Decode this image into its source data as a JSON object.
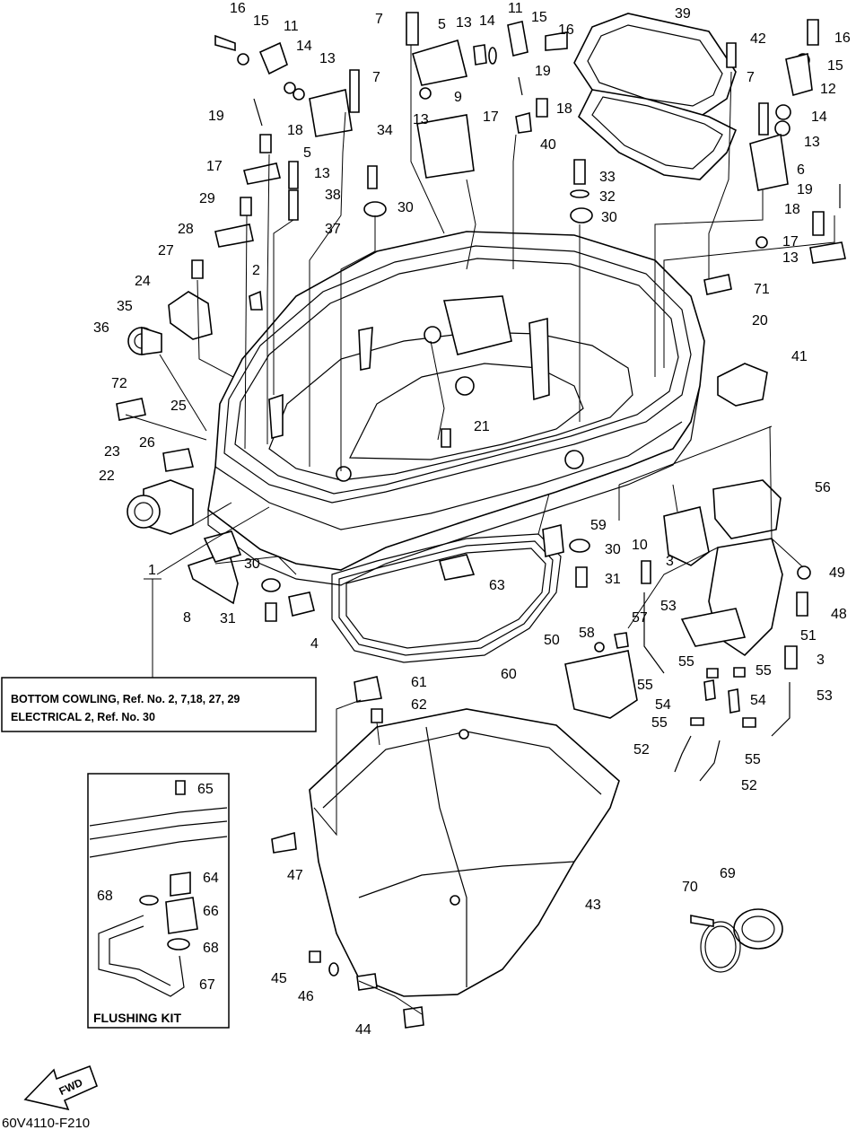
{
  "note_box": {
    "line1": "BOTTOM COWLING, Ref. No. 2, 7,18, 27, 29",
    "line2": "ELECTRICAL 2,  Ref. No. 30"
  },
  "flushing_kit_title": "FLUSHING KIT",
  "fwd_label": "FWD",
  "drawing_code": "60V4110-F210",
  "callouts": [
    {
      "id": "c16a",
      "text": "16"
    },
    {
      "id": "c15a",
      "text": "15"
    },
    {
      "id": "c11a",
      "text": "11"
    },
    {
      "id": "c14a",
      "text": "14"
    },
    {
      "id": "c13a",
      "text": "13"
    },
    {
      "id": "c7a",
      "text": "7"
    },
    {
      "id": "c19a",
      "text": "19"
    },
    {
      "id": "c18a",
      "text": "18"
    },
    {
      "id": "c5a",
      "text": "5"
    },
    {
      "id": "c13b",
      "text": "13"
    },
    {
      "id": "c17a",
      "text": "17"
    },
    {
      "id": "c38",
      "text": "38"
    },
    {
      "id": "c34",
      "text": "34"
    },
    {
      "id": "c29",
      "text": "29"
    },
    {
      "id": "c37",
      "text": "37"
    },
    {
      "id": "c30a",
      "text": "30"
    },
    {
      "id": "c28",
      "text": "28"
    },
    {
      "id": "c27",
      "text": "27"
    },
    {
      "id": "c2",
      "text": "2"
    },
    {
      "id": "c24",
      "text": "24"
    },
    {
      "id": "c35",
      "text": "35"
    },
    {
      "id": "c36",
      "text": "36"
    },
    {
      "id": "c72",
      "text": "72"
    },
    {
      "id": "c25",
      "text": "25"
    },
    {
      "id": "c26",
      "text": "26"
    },
    {
      "id": "c23",
      "text": "23"
    },
    {
      "id": "c22",
      "text": "22"
    },
    {
      "id": "c1",
      "text": "1"
    },
    {
      "id": "c7b",
      "text": "7"
    },
    {
      "id": "c5b",
      "text": "5"
    },
    {
      "id": "c13c",
      "text": "13"
    },
    {
      "id": "c14b",
      "text": "14"
    },
    {
      "id": "c11b",
      "text": "11"
    },
    {
      "id": "c15b",
      "text": "15"
    },
    {
      "id": "c16b",
      "text": "16"
    },
    {
      "id": "c19b",
      "text": "19"
    },
    {
      "id": "c9",
      "text": "9"
    },
    {
      "id": "c13d",
      "text": "13"
    },
    {
      "id": "c17b",
      "text": "17"
    },
    {
      "id": "c18b",
      "text": "18"
    },
    {
      "id": "c39",
      "text": "39"
    },
    {
      "id": "c42",
      "text": "42"
    },
    {
      "id": "c40",
      "text": "40"
    },
    {
      "id": "c16c",
      "text": "16"
    },
    {
      "id": "c15c",
      "text": "15"
    },
    {
      "id": "c12",
      "text": "12"
    },
    {
      "id": "c7c",
      "text": "7"
    },
    {
      "id": "c14c",
      "text": "14"
    },
    {
      "id": "c13e",
      "text": "13"
    },
    {
      "id": "c6",
      "text": "6"
    },
    {
      "id": "c19c",
      "text": "19"
    },
    {
      "id": "c33",
      "text": "33"
    },
    {
      "id": "c32",
      "text": "32"
    },
    {
      "id": "c30b",
      "text": "30"
    },
    {
      "id": "c18c",
      "text": "18"
    },
    {
      "id": "c17c",
      "text": "17"
    },
    {
      "id": "c13f",
      "text": "13"
    },
    {
      "id": "c71",
      "text": "71"
    },
    {
      "id": "c20",
      "text": "20"
    },
    {
      "id": "c41",
      "text": "41"
    },
    {
      "id": "c21",
      "text": "21"
    },
    {
      "id": "c56",
      "text": "56"
    },
    {
      "id": "c59",
      "text": "59"
    },
    {
      "id": "c10",
      "text": "10"
    },
    {
      "id": "c30c",
      "text": "30"
    },
    {
      "id": "c31a",
      "text": "31"
    },
    {
      "id": "c3a",
      "text": "3"
    },
    {
      "id": "c49",
      "text": "49"
    },
    {
      "id": "c48",
      "text": "48"
    },
    {
      "id": "c63",
      "text": "63"
    },
    {
      "id": "c30d",
      "text": "30"
    },
    {
      "id": "c8",
      "text": "8"
    },
    {
      "id": "c31b",
      "text": "31"
    },
    {
      "id": "c4",
      "text": "4"
    },
    {
      "id": "c57",
      "text": "57"
    },
    {
      "id": "c53a",
      "text": "53"
    },
    {
      "id": "c50",
      "text": "50"
    },
    {
      "id": "c58",
      "text": "58"
    },
    {
      "id": "c51",
      "text": "51"
    },
    {
      "id": "c60",
      "text": "60"
    },
    {
      "id": "c55a",
      "text": "55"
    },
    {
      "id": "c3b",
      "text": "3"
    },
    {
      "id": "c55b",
      "text": "55"
    },
    {
      "id": "c55c",
      "text": "55"
    },
    {
      "id": "c54a",
      "text": "54"
    },
    {
      "id": "c54b",
      "text": "54"
    },
    {
      "id": "c53b",
      "text": "53"
    },
    {
      "id": "c55d",
      "text": "55"
    },
    {
      "id": "c55e",
      "text": "55"
    },
    {
      "id": "c52a",
      "text": "52"
    },
    {
      "id": "c52b",
      "text": "52"
    },
    {
      "id": "c61",
      "text": "61"
    },
    {
      "id": "c62",
      "text": "62"
    },
    {
      "id": "c65",
      "text": "65"
    },
    {
      "id": "c64",
      "text": "64"
    },
    {
      "id": "c68a",
      "text": "68"
    },
    {
      "id": "c66",
      "text": "66"
    },
    {
      "id": "c68b",
      "text": "68"
    },
    {
      "id": "c67",
      "text": "67"
    },
    {
      "id": "c47",
      "text": "47"
    },
    {
      "id": "c43",
      "text": "43"
    },
    {
      "id": "c70",
      "text": "70"
    },
    {
      "id": "c69",
      "text": "69"
    },
    {
      "id": "c45",
      "text": "45"
    },
    {
      "id": "c46",
      "text": "46"
    },
    {
      "id": "c44",
      "text": "44"
    }
  ]
}
